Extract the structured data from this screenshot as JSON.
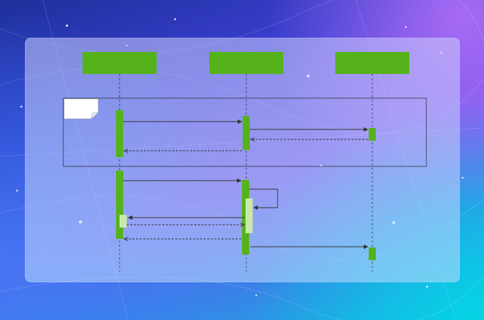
{
  "colors": {
    "participant_fill": "#55b21b",
    "activation_fill": "#55b21b",
    "nested_activation_fill": "#c8eaa8",
    "line": "#333333",
    "frame_stroke": "#333333",
    "note_fill": "#ffffff"
  },
  "diagram": {
    "type": "sequence",
    "participants": [
      {
        "id": "p1",
        "label": ""
      },
      {
        "id": "p2",
        "label": ""
      },
      {
        "id": "p3",
        "label": ""
      }
    ],
    "frames": [
      {
        "id": "fragment-1",
        "label": "",
        "covers": [
          "p1",
          "p2",
          "p3"
        ],
        "has_note_tab": true
      },
      {
        "id": "lower-section",
        "label": ""
      }
    ],
    "activations": [
      {
        "participant": "p1",
        "kind": "primary"
      },
      {
        "participant": "p2",
        "kind": "primary"
      },
      {
        "participant": "p3",
        "kind": "primary"
      },
      {
        "participant": "p1",
        "kind": "primary"
      },
      {
        "participant": "p1",
        "kind": "nested"
      },
      {
        "participant": "p2",
        "kind": "primary"
      },
      {
        "participant": "p2",
        "kind": "nested"
      },
      {
        "participant": "p3",
        "kind": "primary"
      }
    ],
    "messages": [
      {
        "from": "p1",
        "to": "p2",
        "style": "solid",
        "label": ""
      },
      {
        "from": "p2",
        "to": "p3",
        "style": "solid",
        "label": ""
      },
      {
        "from": "p3",
        "to": "p2",
        "style": "dashed",
        "label": ""
      },
      {
        "from": "p2",
        "to": "p1",
        "style": "dashed",
        "label": ""
      },
      {
        "from": "p1",
        "to": "p2",
        "style": "solid",
        "label": ""
      },
      {
        "from": "p2",
        "to": "p2",
        "style": "solid",
        "label": ""
      },
      {
        "from": "p2",
        "to": "p1",
        "style": "solid",
        "label": ""
      },
      {
        "from": "p1",
        "to": "p2",
        "style": "dashed",
        "label": ""
      },
      {
        "from": "p2",
        "to": "p1",
        "style": "dashed",
        "label": ""
      },
      {
        "from": "p2",
        "to": "p3",
        "style": "solid",
        "label": ""
      }
    ]
  }
}
